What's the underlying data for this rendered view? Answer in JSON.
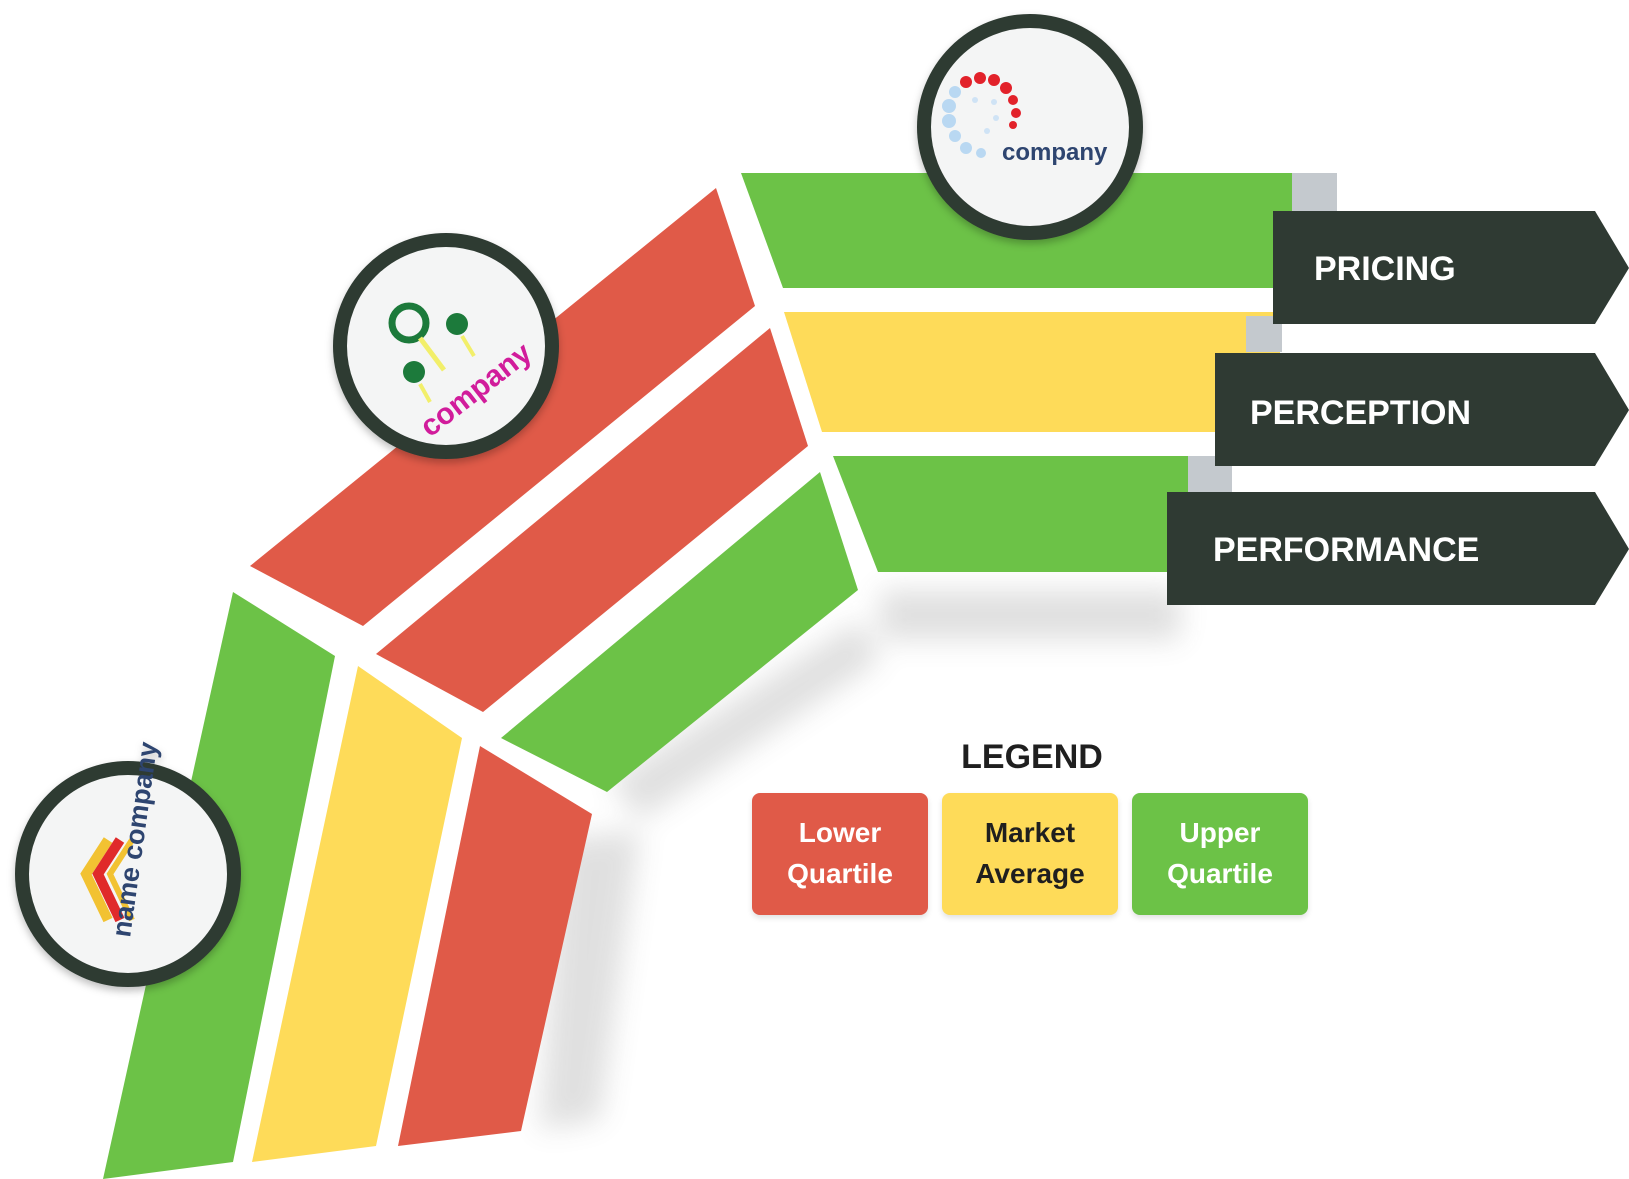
{
  "colors": {
    "lower_quartile": "#e05a48",
    "market_average": "#fedb59",
    "upper_quartile": "#6cc247",
    "tab_background": "#2f3a33",
    "logo_ring": "#2f3a33"
  },
  "tabs": [
    {
      "label": "PRICING",
      "icon": "pricing-tab"
    },
    {
      "label": "PERCEPTION",
      "icon": "perception-tab"
    },
    {
      "label": "PERFORMANCE",
      "icon": "performance-tab"
    }
  ],
  "companies": [
    {
      "logo_text": "company",
      "rows": [
        "upper_quartile",
        "market_average",
        "upper_quartile"
      ],
      "logo_icon": "dotted-spiral-logo"
    },
    {
      "logo_text": "company",
      "rows": [
        "lower_quartile",
        "lower_quartile",
        "upper_quartile"
      ],
      "logo_icon": "magnifier-dots-logo"
    },
    {
      "logo_text": "name company",
      "rows": [
        "upper_quartile",
        "market_average",
        "lower_quartile"
      ],
      "logo_icon": "stacked-chevron-logo"
    }
  ],
  "legend": {
    "title": "LEGEND",
    "items": [
      {
        "line1": "Lower",
        "line2": "Quartile",
        "key": "lower_quartile"
      },
      {
        "line1": "Market",
        "line2": "Average",
        "key": "market_average"
      },
      {
        "line1": "Upper",
        "line2": "Quartile",
        "key": "upper_quartile"
      }
    ]
  }
}
